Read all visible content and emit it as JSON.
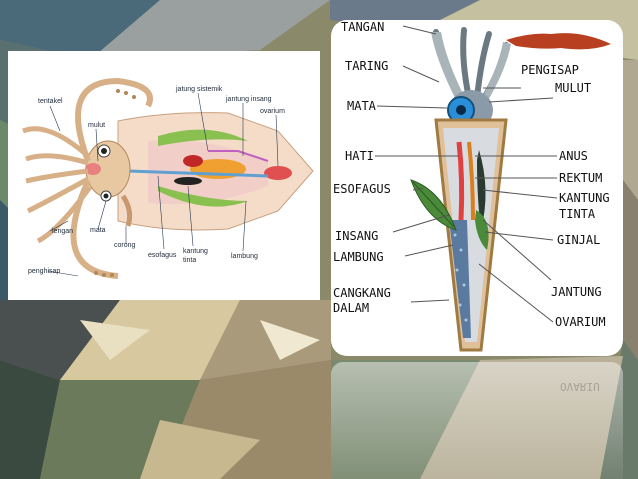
{
  "left_diagram": {
    "labels": {
      "tentakel": "tentakel",
      "mulut": "mulut",
      "jantung_sistemik": "jatung sistemik",
      "jantung_insang": "jantung insang",
      "ovarium": "ovarium",
      "lengan": "lengan",
      "mata": "mata",
      "corong": "corong",
      "esofagus": "esofagus",
      "kantung_tinta_1": "kantung",
      "kantung_tinta_2": "tinta",
      "lambung": "lambung",
      "penghisap": "penghisap"
    }
  },
  "right_diagram": {
    "labels": {
      "tangan": "TANGAN",
      "taring": "TARING",
      "mata": "MATA",
      "hati": "HATI",
      "esofagus": "ESOFAGUS",
      "insang": "INSANG",
      "lambung": "LAMBUNG",
      "cangkang_1": "CANGKANG",
      "cangkang_2": "DALAM",
      "pengisap": "PENGISAP",
      "mulut": "MULUT",
      "anus": "ANUS",
      "rektum": "REKTUM",
      "kantung_1": "KANTUNG",
      "kantung_2": "TINTA",
      "ginjal": "GINJAL",
      "jantung": "JANTUNG",
      "ovarium": "OVARIUM"
    },
    "reflection_text": "OVARIU"
  },
  "colors": {
    "background_accent": "#7a8a5a",
    "panel_bg": "#ffffff",
    "eye_blue": "#2a8fd8",
    "gill_green": "#4a8a3a"
  }
}
